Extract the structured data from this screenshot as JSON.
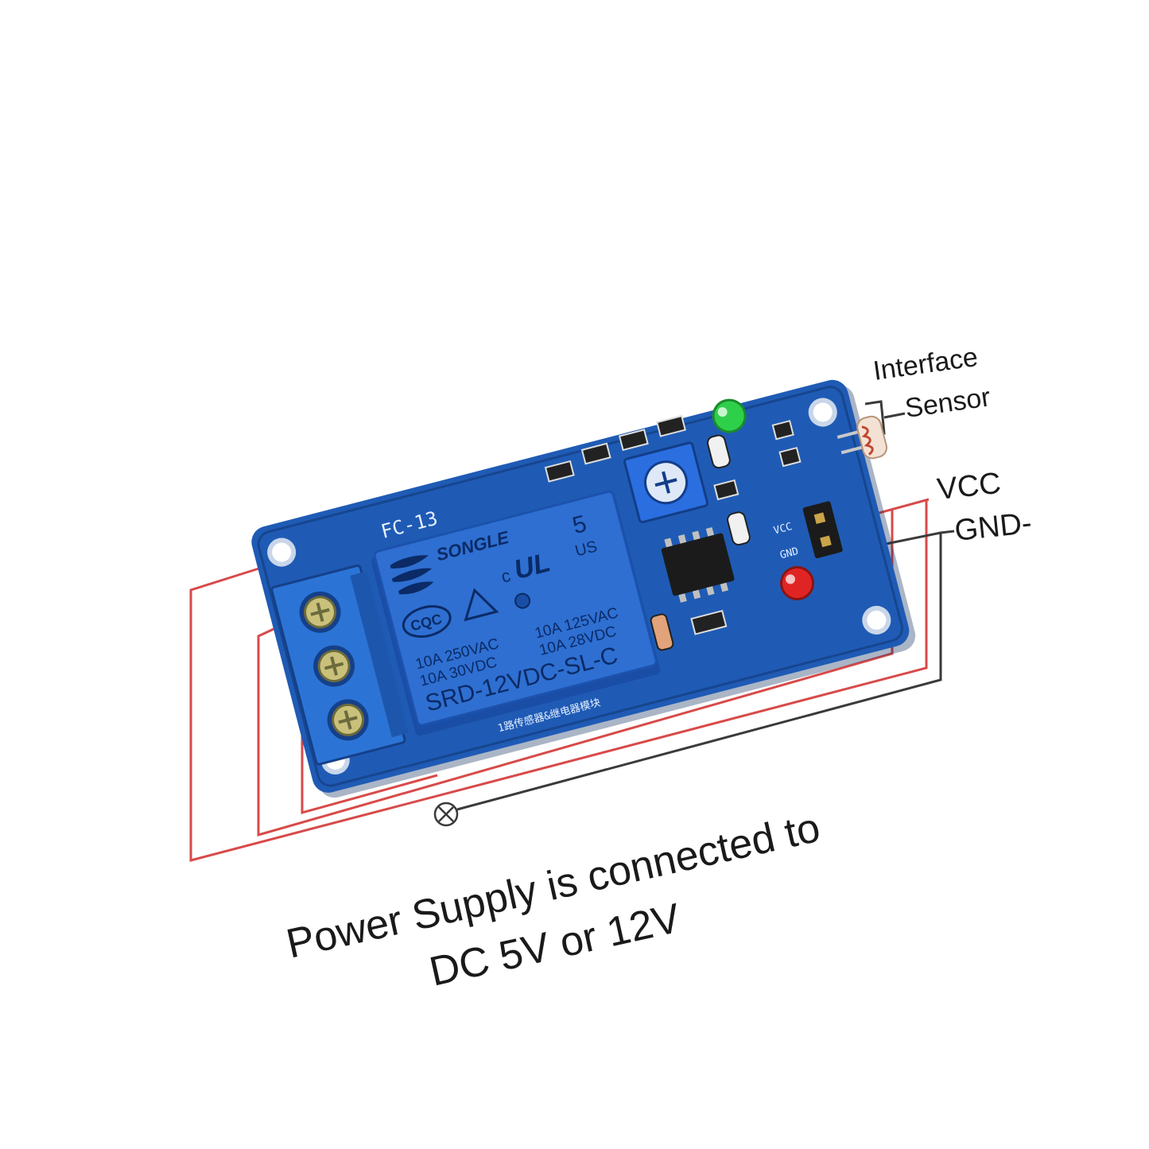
{
  "labels": {
    "interface": "Interface",
    "sensor": "Sensor",
    "vcc": "VCC",
    "gnd": "GND-",
    "caption_line1": "Power Supply is connected to",
    "caption_line2": "DC 5V or 12V"
  },
  "board": {
    "model": "FC-13",
    "pin_vcc": "VCC",
    "pin_gnd": "GND",
    "bottom_text": "1路传感器&继电器模块",
    "color": "#1f5bb5",
    "dark_color": "#17468f"
  },
  "relay": {
    "brand": "SONGLE",
    "line1_left": "10A 250VAC",
    "line1_right": "10A 125VAC",
    "line2_left": "10A 30VDC",
    "line2_right": "10A 28VDC",
    "model": "SRD-12VDC-SL-C",
    "five": "5",
    "us": "US",
    "cqc": "CQC",
    "c_mark": "c",
    "ul": "UL",
    "color": "#2e6fd1"
  },
  "wire_colors": {
    "red": "#d84a4a",
    "black": "#3a3a3a"
  }
}
